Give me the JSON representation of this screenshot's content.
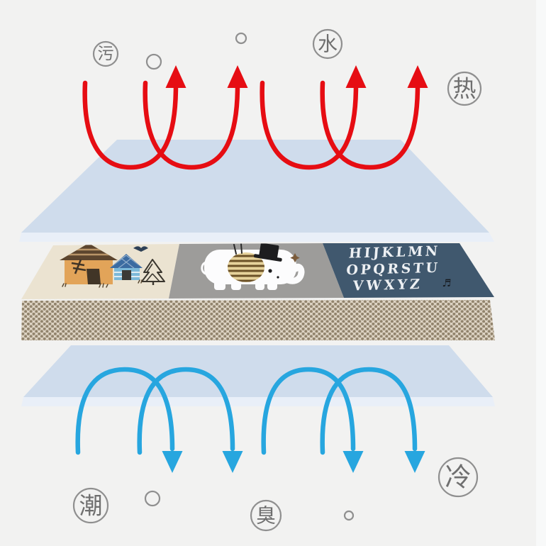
{
  "page": {
    "background": "#f2f2f1"
  },
  "colors": {
    "red_arrow": "#e60d13",
    "blue_arrow": "#27a6df",
    "layer_blue": "#cfdcec",
    "layer_edge": "#e9eff8",
    "foam_bg": "#ddd3c3",
    "foam_dot": "#92846d",
    "mat_cream": "#ebe3d1",
    "mat_gray": "#9d9c9a",
    "mat_navy": "#40586e",
    "label_outline": "#8f8f8f",
    "label_text": "#6f6f6f",
    "ear_gold": "#e6d29b",
    "ear_stripe": "#6b5127",
    "house_orange": "#e2a459",
    "roof_brown": "#5c452e",
    "house_blue": "#7cb9d9",
    "roof_blue": "#3b6ba1",
    "elephant_white": "#fcfcfd",
    "right_band": "#f9fafa"
  },
  "labels": {
    "dirt": "污",
    "water": "水",
    "heat": "热",
    "damp": "潮",
    "odor": "臭",
    "cold": "冷"
  },
  "alphabet": {
    "row1": "HIJKLMN",
    "row2": "OPQRSTU",
    "row3": "VWXYZ",
    "decor": "♬"
  }
}
